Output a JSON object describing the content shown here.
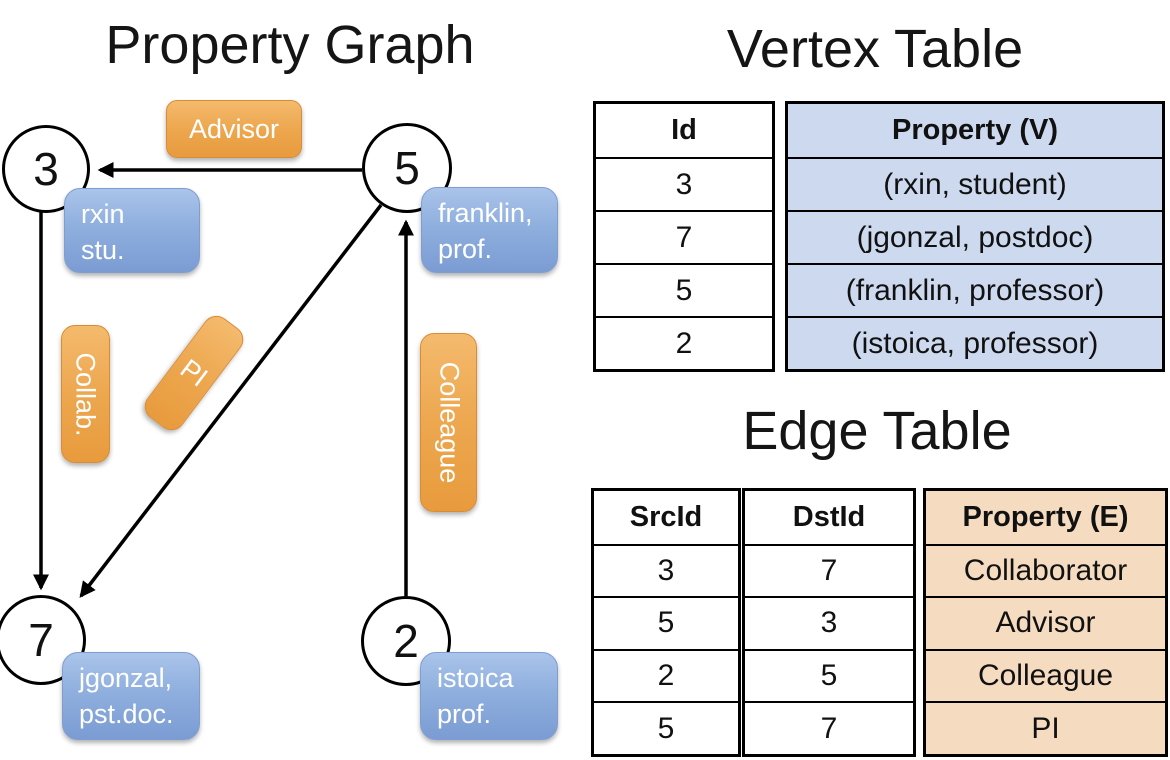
{
  "graph": {
    "title": "Property Graph",
    "nodes": {
      "n3": {
        "id": "3",
        "line1": "rxin",
        "line2": "stu."
      },
      "n5": {
        "id": "5",
        "line1": "franklin,",
        "line2": "prof."
      },
      "n7": {
        "id": "7",
        "line1": "jgonzal,",
        "line2": "pst.doc."
      },
      "n2": {
        "id": "2",
        "line1": "istoica",
        "line2": "prof."
      }
    },
    "edges": {
      "advisor": {
        "label": "Advisor",
        "from": "5",
        "to": "3"
      },
      "collab": {
        "label": "Collab.",
        "from": "3",
        "to": "7"
      },
      "pi": {
        "label": "PI",
        "from": "5",
        "to": "7"
      },
      "colleague": {
        "label": "Colleague",
        "from": "2",
        "to": "5"
      }
    }
  },
  "vertex_table": {
    "title": "Vertex Table",
    "columns": [
      "Id",
      "Property (V)"
    ],
    "rows": [
      [
        "3",
        "(rxin, student)"
      ],
      [
        "7",
        "(jgonzal, postdoc)"
      ],
      [
        "5",
        "(franklin, professor)"
      ],
      [
        "2",
        "(istoica, professor)"
      ]
    ]
  },
  "edge_table": {
    "title": "Edge Table",
    "columns": [
      "SrcId",
      "DstId",
      "Property (E)"
    ],
    "rows": [
      [
        "3",
        "7",
        "Collaborator"
      ],
      [
        "5",
        "3",
        "Advisor"
      ],
      [
        "2",
        "5",
        "Colleague"
      ],
      [
        "5",
        "7",
        "PI"
      ]
    ]
  },
  "colors": {
    "vertex_property_fill": "#cdd9ee",
    "edge_property_fill": "#f5dcc1",
    "node_pill_blue_top": "#aac4ea",
    "node_pill_blue_bottom": "#7b9cd3",
    "edge_pill_orange_top": "#f4ba6d",
    "edge_pill_orange_bottom": "#e89b3d",
    "line_color": "#000000"
  }
}
